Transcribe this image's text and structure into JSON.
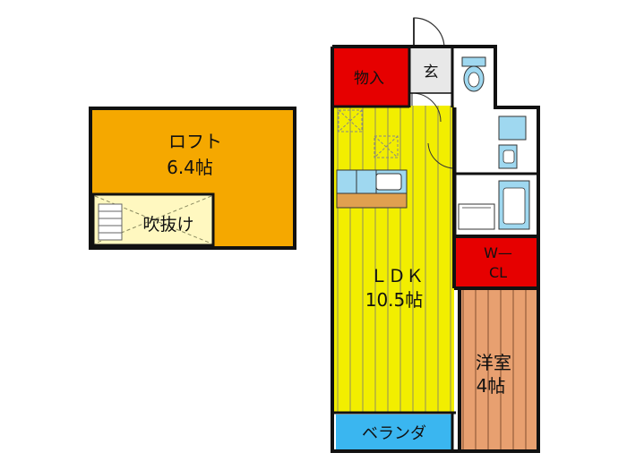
{
  "rooms": {
    "loft": {
      "name": "ロフト",
      "size": "6.4帖",
      "color": "#F5A800"
    },
    "void": {
      "name": "吹抜け",
      "color": "#FFF8C0"
    },
    "storage": {
      "name": "物入",
      "color": "#E60000"
    },
    "entrance": {
      "name": "玄",
      "color": "#E8E8E8"
    },
    "ldk": {
      "name": "ＬＤＫ",
      "size": "10.5帖",
      "color": "#F2EE00"
    },
    "walk_in_closet": {
      "line1": "W—",
      "line2": "CL",
      "color": "#E60000"
    },
    "western_room": {
      "name": "洋室",
      "size": "4帖",
      "color": "#E8A070"
    },
    "balcony": {
      "name": "ベランダ",
      "color": "#3AB6F0"
    }
  },
  "fixtures": {
    "toilet": "toilet",
    "washbasin": "washbasin",
    "bathtub": "bathtub",
    "kitchen_sink": "kitchen-sink",
    "tile_color": "#9FD8F0"
  }
}
